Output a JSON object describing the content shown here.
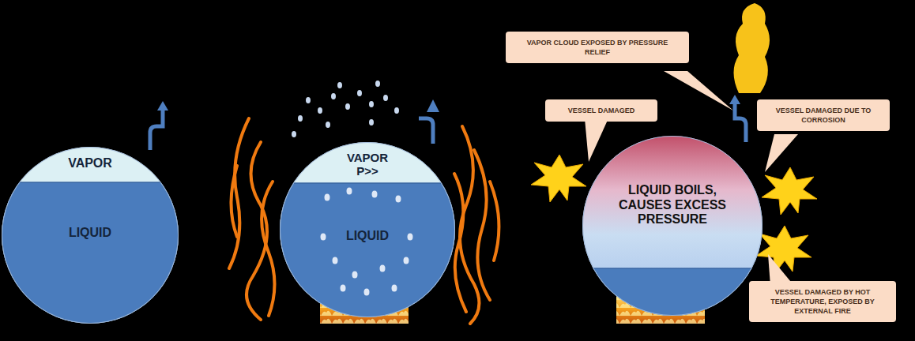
{
  "diagram": {
    "nodes": [
      {
        "text": [
          "VAPOR",
          "LIQUID"
        ]
      },
      {
        "text": [
          "VAPOR P>>",
          "LIQUID"
        ]
      },
      {
        "text": [
          "LIQUID BOILS, CAUSES EXCESS PRESSURE"
        ]
      },
      {
        "text": [
          "VAPOR CLOUD EXPOSED BY PRESSURE RELIEF"
        ]
      },
      {
        "text": [
          "VESSEL DAMAGED"
        ]
      },
      {
        "text": [
          "VESSEL DAMAGED DUE TO CORROSION"
        ]
      },
      {
        "text": [
          "VESSEL DAMAGED BY HOT TEMPERATURE, EXPOSED BY EXTERNAL FIRE"
        ]
      }
    ]
  }
}
